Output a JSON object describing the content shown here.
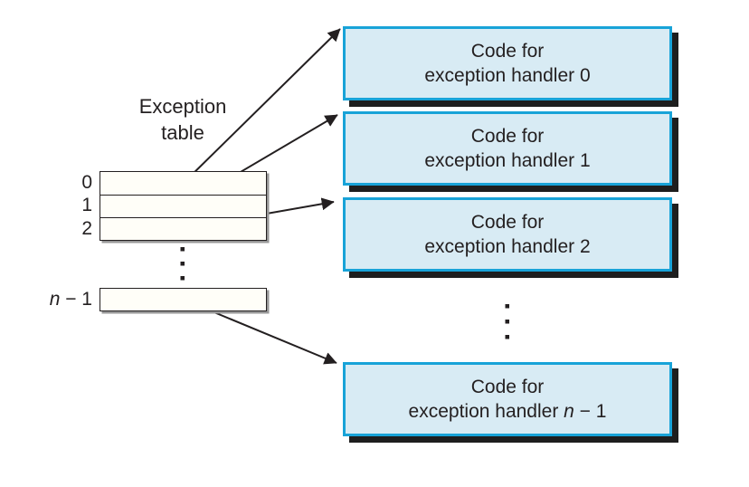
{
  "diagram": {
    "title": {
      "line1": "Exception",
      "line2": "table"
    },
    "table": {
      "row_labels": [
        "0",
        "1",
        "2"
      ],
      "last_row_label": {
        "variable": "n",
        "suffix": " − 1"
      }
    },
    "handlers": [
      {
        "line1": "Code for",
        "line2": "exception handler 0"
      },
      {
        "line1": "Code for",
        "line2": "exception handler 1"
      },
      {
        "line1": "Code for",
        "line2": "exception handler 2"
      },
      {
        "line1": "Code for",
        "line2_prefix": "exception handler ",
        "line2_variable": "n",
        "line2_suffix": " − 1"
      }
    ],
    "colors": {
      "handler_fill": "#d8ebf4",
      "handler_border": "#18a3d8",
      "handler_shadow": "#1e1e1e",
      "table_fill": "#fffef8",
      "table_border": "#231f20",
      "table_shadow": "#989898",
      "line": "#231f20"
    }
  }
}
